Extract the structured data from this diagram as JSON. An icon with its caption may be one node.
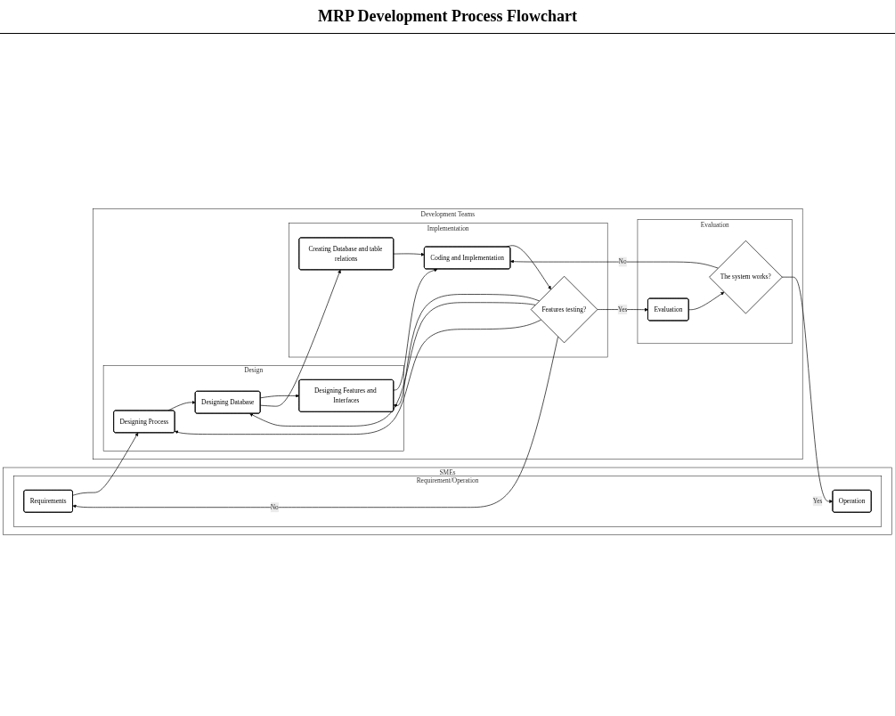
{
  "diagram": {
    "title": "MRP Development Process Flowchart",
    "nodes": [
      {
        "text": [
          "SMEs"
        ]
      },
      {
        "text": [
          "Requirement/Operation"
        ],
        "in": 0
      },
      {
        "text": [
          "Requirements"
        ],
        "in": 1
      },
      {
        "text": [
          "Operation"
        ],
        "in": 1
      },
      {
        "text": [
          "Development Teams"
        ]
      },
      {
        "text": [
          "Design"
        ],
        "in": 4
      },
      {
        "text": [
          "Designing Process"
        ],
        "in": 5
      },
      {
        "text": [
          "Designing Database"
        ],
        "in": 5
      },
      {
        "text": [
          "Designing Features and Interfaces"
        ],
        "in": 5
      },
      {
        "text": [
          "Implementation"
        ],
        "in": 4
      },
      {
        "text": [
          "Creating Database and table relations"
        ],
        "in": 9
      },
      {
        "text": [
          "Coding and Implementation"
        ],
        "in": 9
      },
      {
        "text": [
          "Features testing?"
        ],
        "in": 9
      },
      {
        "text": [
          "Evaluation"
        ],
        "in": 4
      },
      {
        "text": [
          "Evaluation"
        ],
        "in": 13
      },
      {
        "text": [
          "The system works?"
        ],
        "in": 13
      }
    ],
    "edges": [
      {
        "from": 2,
        "to": 6,
        "arrow": "to"
      },
      {
        "from": 6,
        "to": 7,
        "arrow": "to"
      },
      {
        "from": 7,
        "to": 8,
        "arrow": "to"
      },
      {
        "from": 7,
        "to": 10,
        "arrow": "to"
      },
      {
        "from": 8,
        "to": 11,
        "arrow": "to"
      },
      {
        "from": 10,
        "to": 11,
        "arrow": "to"
      },
      {
        "from": 11,
        "to": 12,
        "arrow": "to"
      },
      {
        "from": 12,
        "to": 14,
        "arrow": "to",
        "label": "Yes"
      },
      {
        "from": 12,
        "to": 2,
        "arrow": "to",
        "label": "No"
      },
      {
        "from": 12,
        "to": 6,
        "arrow": "to"
      },
      {
        "from": 12,
        "to": 7,
        "arrow": "to"
      },
      {
        "from": 12,
        "to": 8,
        "arrow": "to"
      },
      {
        "from": 14,
        "to": 15,
        "arrow": "to"
      },
      {
        "from": 15,
        "to": 11,
        "arrow": "to",
        "label": "No"
      },
      {
        "from": 15,
        "to": 3,
        "arrow": "to",
        "label": "Yes"
      }
    ]
  }
}
